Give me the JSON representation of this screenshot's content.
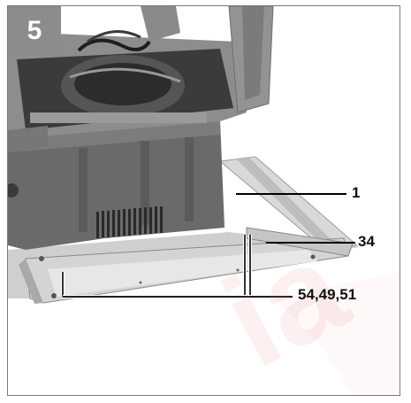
{
  "figure": {
    "step_number": "5",
    "callouts": [
      {
        "label": "1"
      },
      {
        "label": "34"
      },
      {
        "label": "54,49,51"
      }
    ],
    "watermark_text": "ia"
  }
}
